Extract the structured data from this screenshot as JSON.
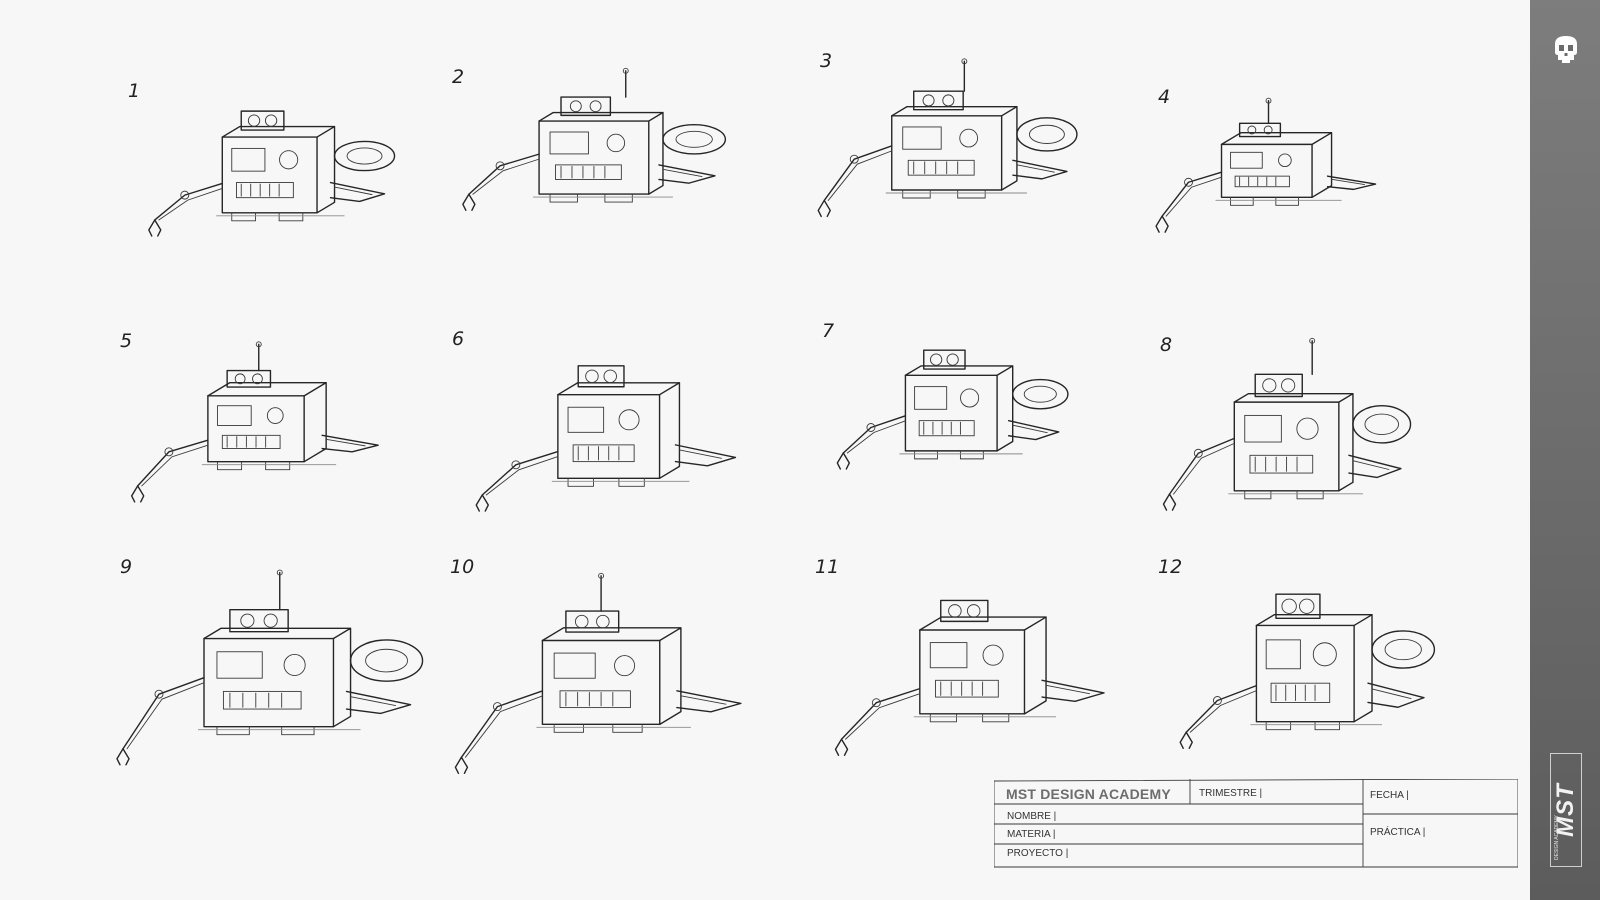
{
  "sketches": [
    {
      "number": "1"
    },
    {
      "number": "2"
    },
    {
      "number": "3"
    },
    {
      "number": "4"
    },
    {
      "number": "5"
    },
    {
      "number": "6"
    },
    {
      "number": "7"
    },
    {
      "number": "8"
    },
    {
      "number": "9"
    },
    {
      "number": "10"
    },
    {
      "number": "11"
    },
    {
      "number": "12"
    }
  ],
  "title_block": {
    "academy": "MST DESIGN ACADEMY",
    "trimestre_label": "TRIMESTRE |",
    "fecha_label": "FECHA |",
    "nombre_label": "NOMBRE |",
    "materia_label": "MATERIA |",
    "proyecto_label": "PROYECTO |",
    "practica_label": "PRÁCTICA |"
  },
  "sidebar": {
    "top_icon": "skull-icon",
    "logo_text": "MST",
    "logo_subtext": "DESIGN ACADEMY"
  },
  "colors": {
    "sidebar": "#6e6e6e",
    "sheet": "#f7f7f7",
    "ink": "#262626"
  }
}
